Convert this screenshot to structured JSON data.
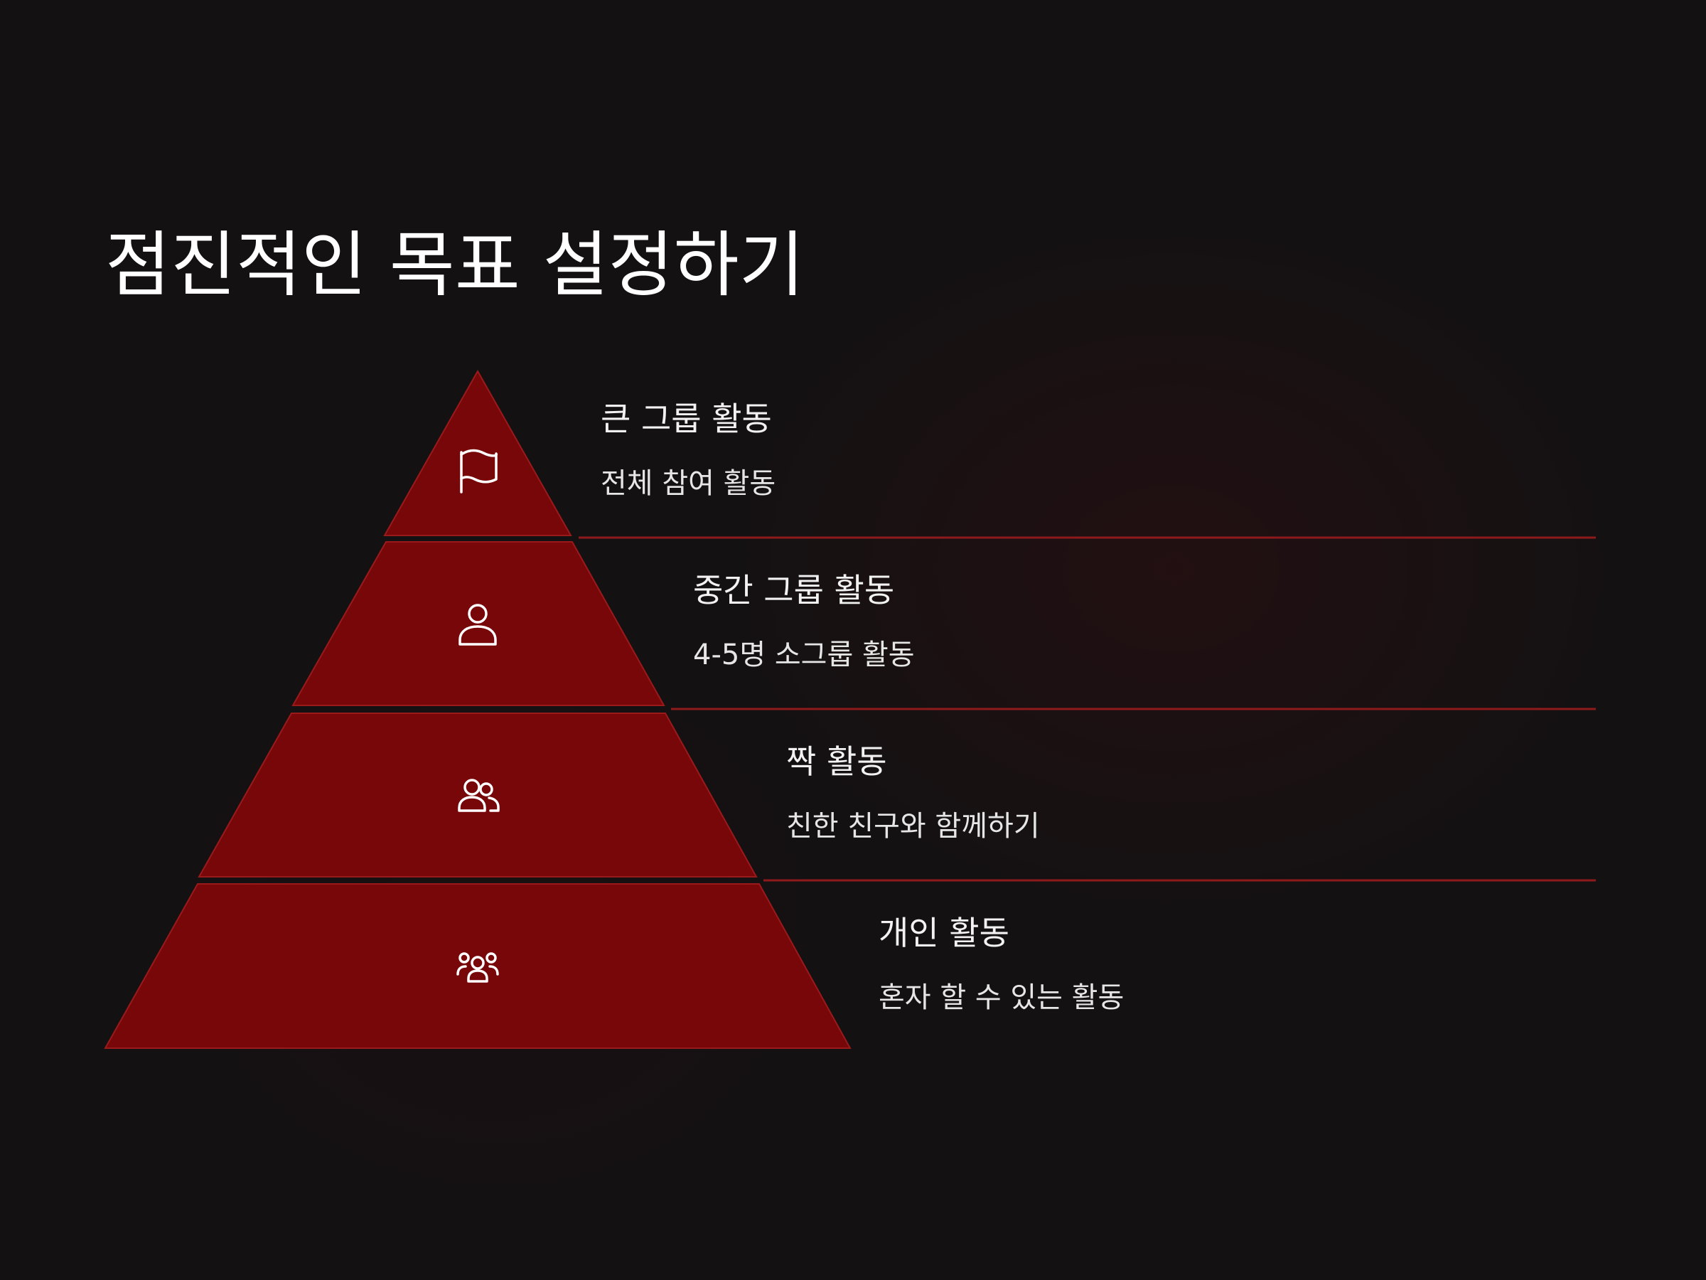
{
  "slide": {
    "title": "점진적인 목표 설정하기"
  },
  "colors": {
    "background": "#141112",
    "tier_fill": "#780709",
    "tier_stroke": "#9a1a1c",
    "divider": "#8e1a1c",
    "text": "#ffffff"
  },
  "pyramid": {
    "levels": [
      {
        "title": "큰 그룹 활동",
        "description": "전체 참여 활동",
        "icon": "flag-icon"
      },
      {
        "title": "중간 그룹 활동",
        "description": "4-5명 소그룹 활동",
        "icon": "user-icon"
      },
      {
        "title": "짝 활동",
        "description": "친한 친구와 함께하기",
        "icon": "users-icon"
      },
      {
        "title": "개인 활동",
        "description": "혼자 할 수 있는 활동",
        "icon": "group-icon"
      }
    ]
  }
}
